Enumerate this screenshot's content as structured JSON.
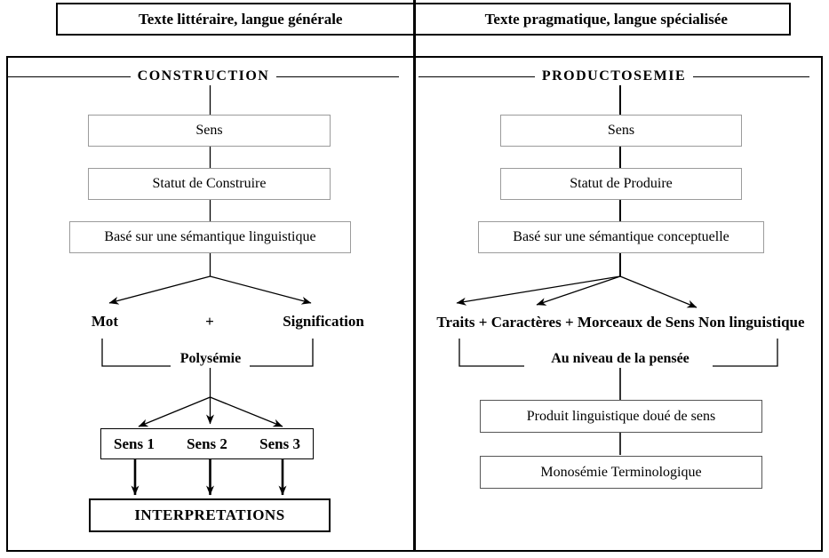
{
  "title_row": {
    "left": "Texte littéraire, langue générale",
    "right": "Texte pragmatique, langue spécialisée"
  },
  "left_panel": {
    "legend": "CONSTRUCTION",
    "boxes": [
      "Sens",
      "Statut de Construire",
      "Basé sur une sémantique linguistique"
    ],
    "branch": {
      "left": "Mot",
      "operator": "+",
      "right": "Signification"
    },
    "bracket_label": "Polysémie",
    "senses": [
      "Sens 1",
      "Sens 2",
      "Sens 3"
    ],
    "result_box": "INTERPRETATIONS"
  },
  "right_panel": {
    "legend": "PRODUCTOSEMIE",
    "boxes": [
      "Sens",
      "Statut de Produire",
      "Basé sur une sémantique conceptuelle"
    ],
    "branch_label": "Traits + Caractères + Morceaux de Sens Non linguistique",
    "bracket_label": "Au niveau de la pensée",
    "result_boxes": [
      "Produit linguistique doué de sens",
      "Monosémie Terminologique"
    ]
  },
  "colors": {
    "ink": "#000000",
    "box_border_light": "#9b9b9b",
    "box_border_dark": "#565656",
    "background": "#ffffff"
  }
}
